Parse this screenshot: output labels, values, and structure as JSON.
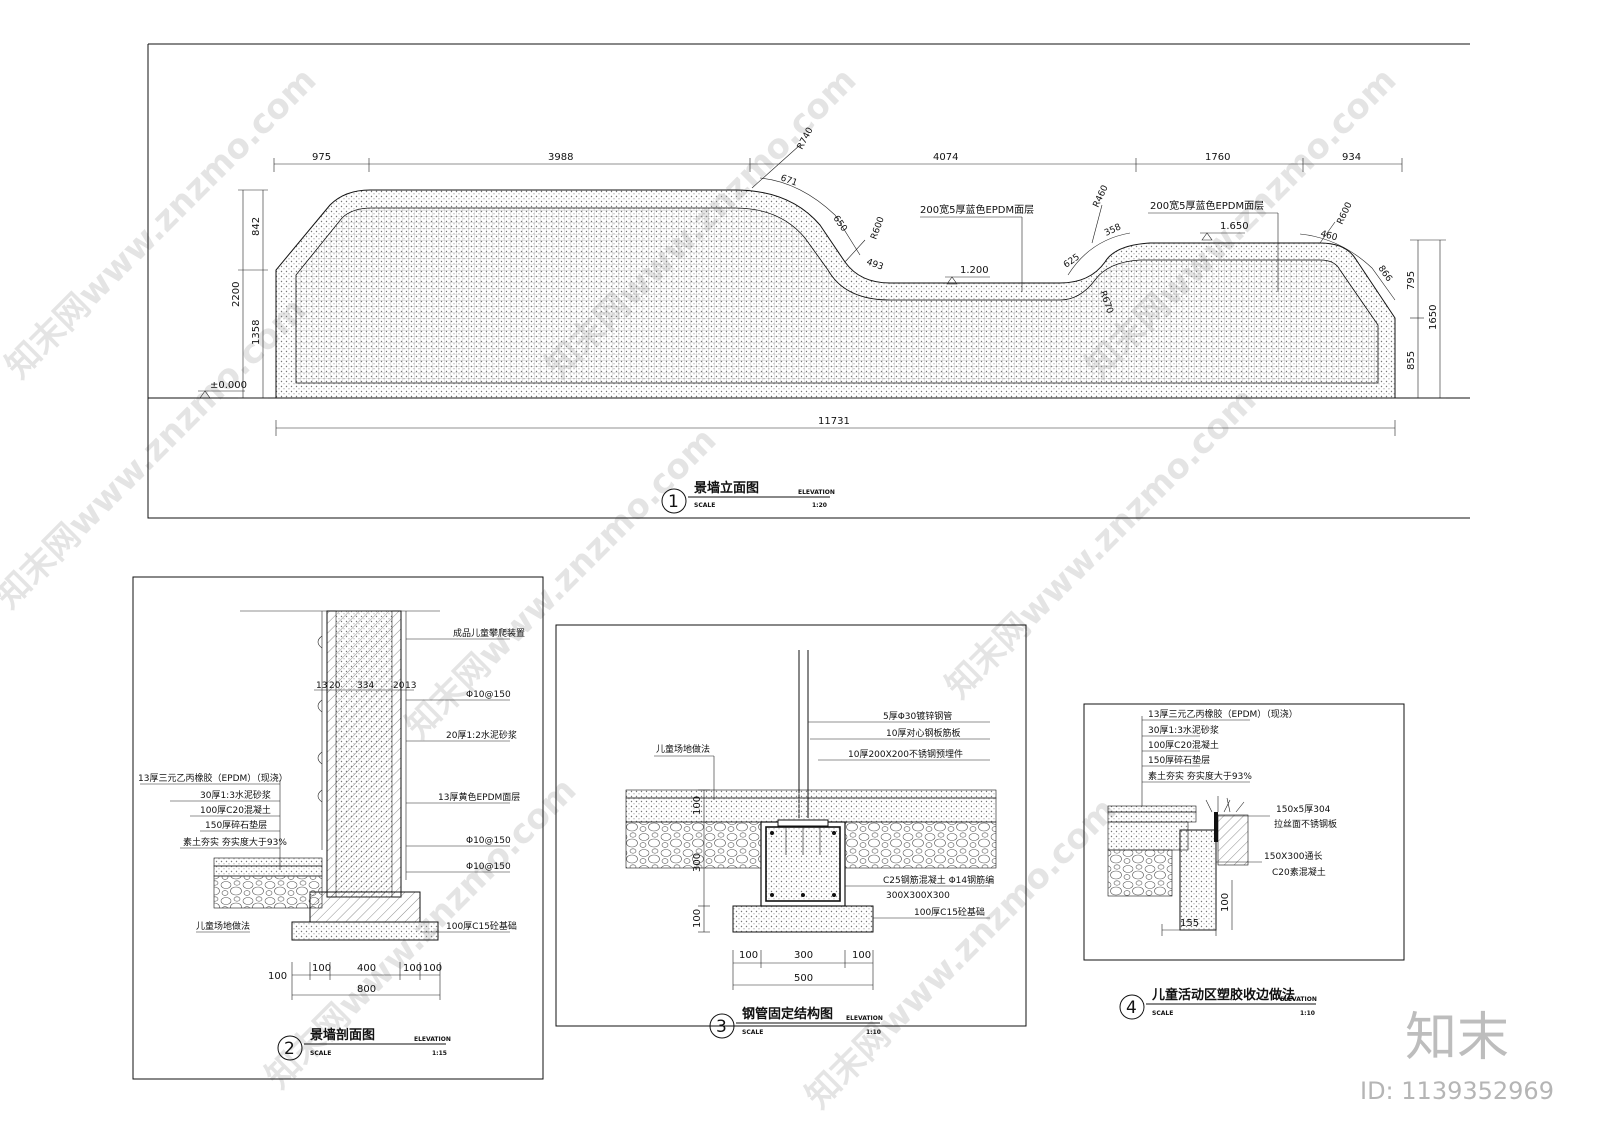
{
  "elevation": {
    "title": "景墙立面图",
    "index": "1",
    "english": "ELEVATION",
    "scale_label": "SCALE",
    "scale": "1:20",
    "dims_top": [
      "975",
      "3988",
      "4074",
      "1760",
      "934"
    ],
    "dim_total": "11731",
    "dims_left": [
      "842",
      "1358",
      "2200"
    ],
    "dims_right": [
      "795",
      "855",
      "1650"
    ],
    "radii": [
      "R740",
      "R600",
      "R460",
      "R670",
      "R600"
    ],
    "segments": [
      "671",
      "650",
      "493",
      "625",
      "358",
      "460",
      "866"
    ],
    "levels": [
      "±0.000",
      "1.200",
      "1.650"
    ],
    "notes": [
      "200宽5厚蓝色EPDM面层",
      "200宽5厚蓝色EPDM面层"
    ]
  },
  "section": {
    "title": "景墙剖面图",
    "index": "2",
    "english": "ELEVATION",
    "scale_label": "SCALE",
    "scale": "1:15",
    "callouts": [
      "成品儿童攀爬装置",
      "Φ10@150",
      "20厚1:2水泥砂浆",
      "13厚黄色EPDM面层",
      "Φ10@150",
      "Φ10@150",
      "100厚C15砼基础"
    ],
    "layers": [
      "13厚三元乙丙橡胶（EPDM）（现浇）",
      "30厚1:3水泥砂浆",
      "100厚C20混凝土",
      "150厚碎石垫层",
      "素土夯实 夯实度大于93%"
    ],
    "ground_label": "儿童场地做法",
    "dims_top": [
      "13",
      "20",
      "334",
      "20",
      "13"
    ],
    "dims_bottom": [
      "100",
      "100",
      "400",
      "100",
      "100"
    ],
    "dim_total": "800",
    "dim_left": "100"
  },
  "pipe": {
    "title": "钢管固定结构图",
    "index": "3",
    "english": "ELEVATION",
    "scale_label": "SCALE",
    "scale": "1:10",
    "callouts": [
      "5厚Φ30镀锌钢管",
      "10厚对心钢板筋板",
      "10厚200X200不锈钢预埋件",
      "C25钢筋混凝土  Φ14钢筋编",
      "300X300X300",
      "100厚C15砼基础"
    ],
    "ground_label": "儿童场地做法",
    "dims_left": [
      "100",
      "300",
      "100"
    ],
    "dims_bottom": [
      "100",
      "300",
      "100"
    ],
    "dim_total": "500"
  },
  "edge": {
    "title": "儿童活动区塑胶收边做法",
    "index": "4",
    "english": "ELEVATION",
    "scale_label": "SCALE",
    "scale": "1:10",
    "layers": [
      "13厚三元乙丙橡胶（EPDM）（现浇）",
      "30厚1:3水泥砂浆",
      "100厚C20混凝土",
      "150厚碎石垫层",
      "素土夯实 夯实度大于93%"
    ],
    "callouts": [
      "150x5厚304",
      "拉丝面不锈钢板",
      "150X300通长",
      "C20素混凝土"
    ],
    "dim_bottom": "155",
    "dim_left": "100"
  },
  "watermarks": [
    "知末网www.znzmo.com",
    "知末网www.znzmo.com",
    "知末网www.znzmo.com",
    "知末网www.znzmo.com",
    "知末网www.znzmo.com",
    "知末网www.znzmo.com",
    "知末网www.znzmo.com",
    "知末网www.znzmo.com"
  ],
  "brand": "知末",
  "id_text": "ID: 1139352969"
}
